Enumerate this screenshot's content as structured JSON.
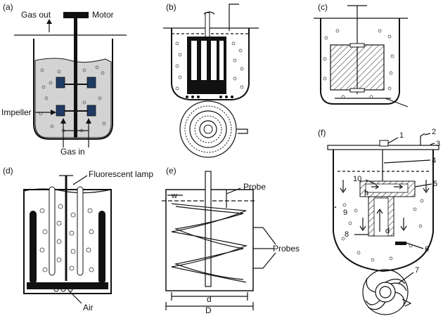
{
  "panels": {
    "a": {
      "tag": "(a)",
      "gas_out": "Gas out",
      "motor": "Motor",
      "impeller": "Impeller",
      "gas_in": "Gas in"
    },
    "b": {
      "tag": "(b)"
    },
    "c": {
      "tag": "(c)"
    },
    "d": {
      "tag": "(d)",
      "lamp": "Fluorescent lamp",
      "air": "Air"
    },
    "e": {
      "tag": "(e)",
      "w": "w",
      "probe": "Probe",
      "probes": "Probes",
      "d": "d",
      "D": "D"
    },
    "f": {
      "tag": "(f)",
      "n1": "1",
      "n2": "2",
      "n3": "3",
      "n4": "4",
      "n5": "5",
      "n6": "6",
      "n7": "7",
      "n8": "8",
      "n9": "9",
      "n10": "10",
      "h": "h",
      "d": "d"
    }
  },
  "colors": {
    "liquid": "#d3d3d3",
    "impeller_blade": "#1f3b63",
    "ink": "#111111"
  }
}
